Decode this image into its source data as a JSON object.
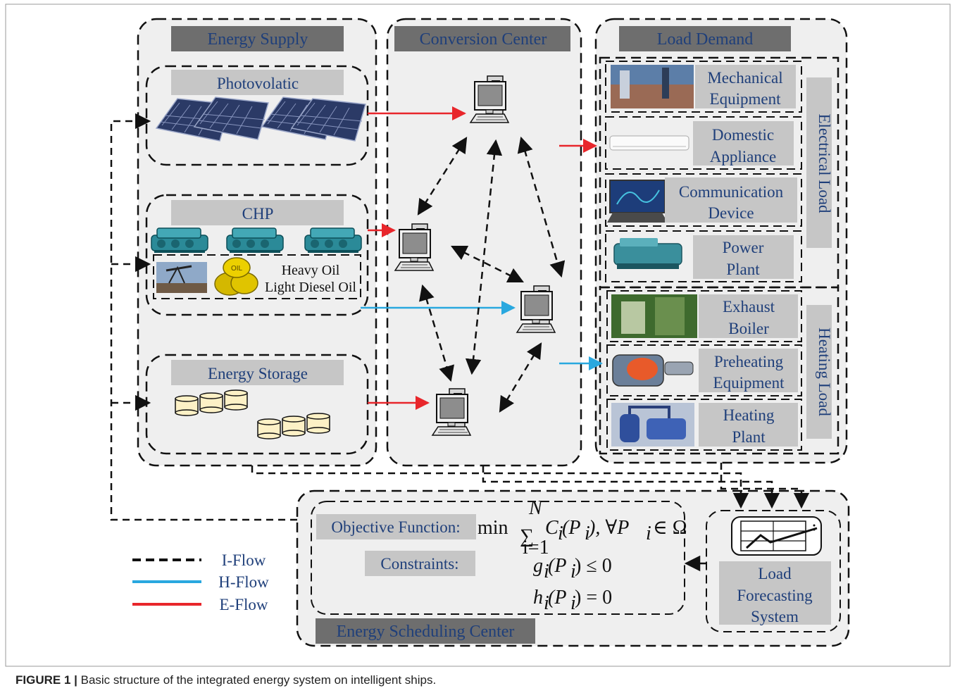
{
  "figure": {
    "caption_label": "FIGURE 1 |",
    "caption_text": " Basic structure of the integrated energy system on intelligent ships."
  },
  "energy_supply": {
    "title": "Energy Supply",
    "photovoltaic": "Photovolatic",
    "chp": "CHP",
    "heavy_oil": "Heavy Oil",
    "light_diesel_oil": "Light Diesel Oil",
    "oil_barrel_text": "OIL",
    "energy_storage": "Energy Storage"
  },
  "conversion_center": {
    "title": "Conversion Center"
  },
  "load_demand": {
    "title": "Load Demand",
    "electrical_load": "Electrical Load",
    "heating_load": "Heating Load",
    "electrical_items": [
      {
        "line1": "Mechanical",
        "line2": "Equipment"
      },
      {
        "line1": "Domestic",
        "line2": "Appliance"
      },
      {
        "line1": "Communication",
        "line2": "Device"
      },
      {
        "line1": "Power",
        "line2": "Plant"
      }
    ],
    "heating_items": [
      {
        "line1": "Exhaust",
        "line2": "Boiler"
      },
      {
        "line1": "Preheating",
        "line2": "Equipment"
      },
      {
        "line1": "Heating",
        "line2": "Plant"
      }
    ]
  },
  "scheduling": {
    "title": "Energy Scheduling Center",
    "objective_label": "Objective Function:",
    "constraints_label": "Constraints:",
    "objective_min": "min",
    "sum_upper": "N",
    "sum_lower": "i=1",
    "objective_term": "C",
    "objective_arg": "(P",
    "objective_forall": "), ∀P",
    "objective_set": "∈ Ω",
    "constraint_g": "g",
    "constraint_g_rest": "(P",
    "constraint_g_rhs": ") ≤ 0",
    "constraint_h": "h",
    "constraint_h_rest": "(P",
    "constraint_h_rhs": ") = 0",
    "subscript_i": "i",
    "forecasting_line1": "Load",
    "forecasting_line2": "Forecasting",
    "forecasting_line3": "System"
  },
  "legend": {
    "i_flow": "I-Flow",
    "h_flow": "H-Flow",
    "e_flow": "E-Flow"
  },
  "colors": {
    "e_flow": "#e8262b",
    "h_flow": "#29a8df",
    "i_flow": "#111111",
    "header_dark": "#6e6e6e",
    "header_light": "#c6c6c6",
    "label_text": "#1f3f7a"
  }
}
